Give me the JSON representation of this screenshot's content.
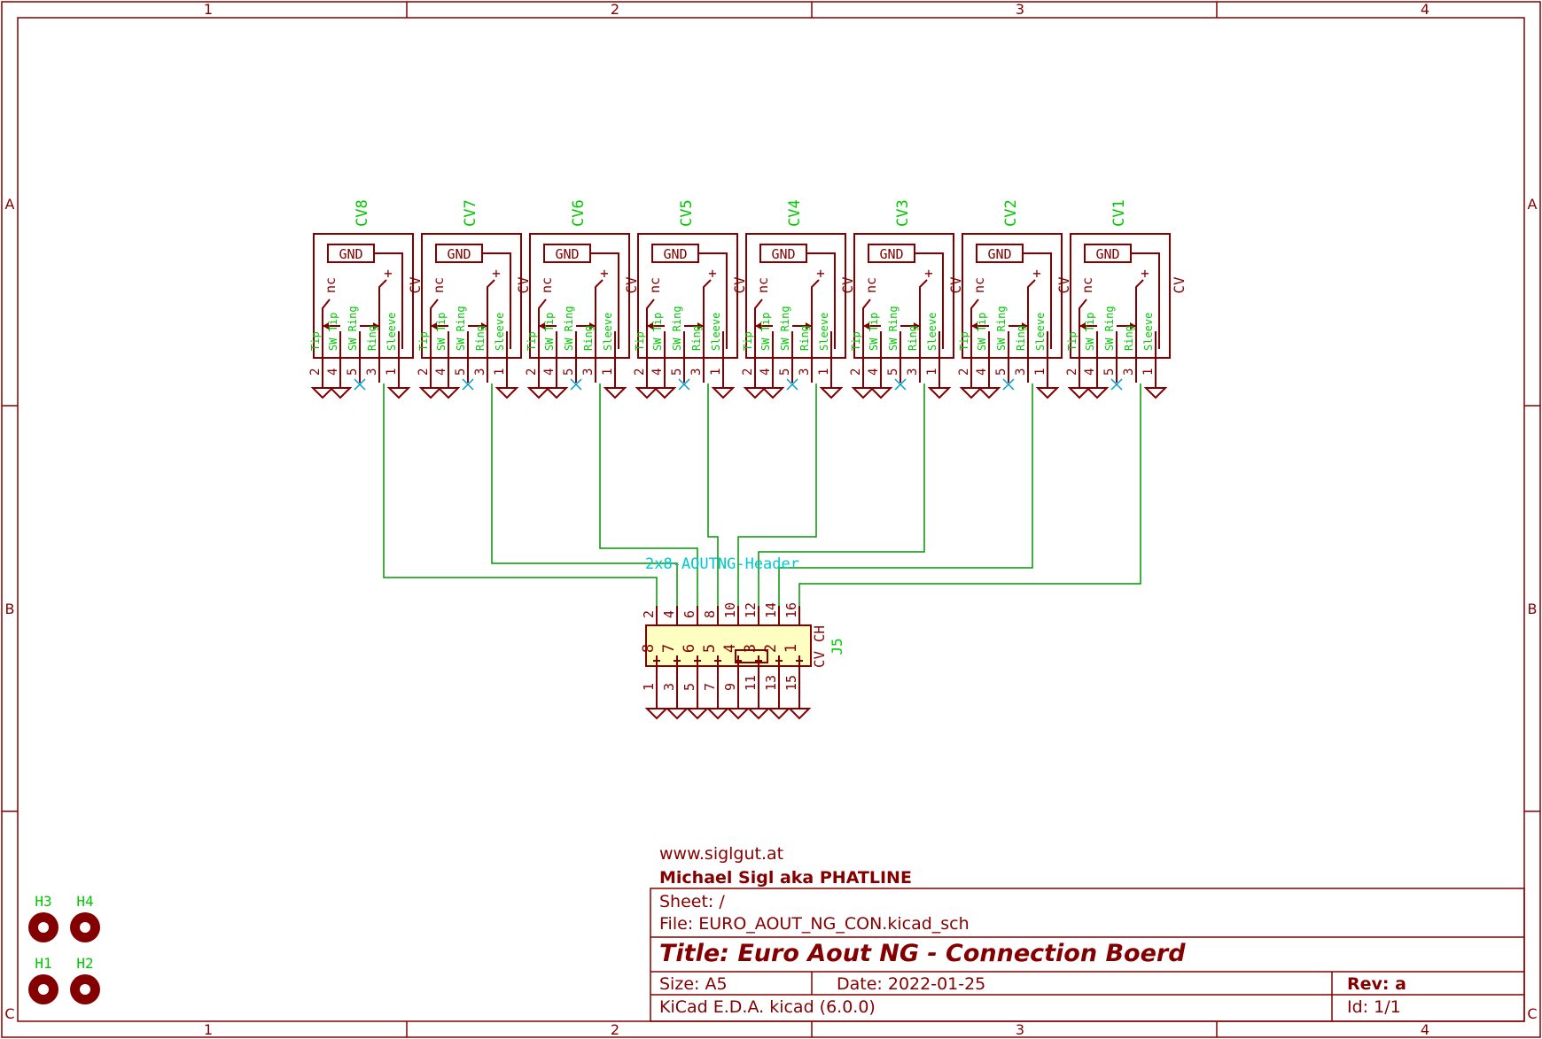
{
  "frame": {
    "columns": [
      "1",
      "2",
      "3",
      "4"
    ],
    "rows": [
      "A",
      "B",
      "C"
    ]
  },
  "jacks": [
    {
      "ref": "CV8",
      "value": "",
      "gnd": "GND"
    },
    {
      "ref": "CV7",
      "value": "CV",
      "gnd": "GND"
    },
    {
      "ref": "CV6",
      "value": "CV",
      "gnd": "GND"
    },
    {
      "ref": "CV5",
      "value": "CV",
      "gnd": "GND"
    },
    {
      "ref": "CV4",
      "value": "CV",
      "gnd": "GND"
    },
    {
      "ref": "CV3",
      "value": "CV",
      "gnd": "GND"
    },
    {
      "ref": "CV2",
      "value": "CV",
      "gnd": "GND"
    },
    {
      "ref": "CV1",
      "value": "CV",
      "gnd": "GND"
    }
  ],
  "jack_extra_value": "CV",
  "jack_pins": {
    "names": [
      "Tip",
      "SW Tip",
      "SW Ring",
      "Ring",
      "Sleeve"
    ],
    "numbers": [
      "2",
      "4",
      "5",
      "3",
      "1"
    ],
    "nc": "nc",
    "plus": "+"
  },
  "header": {
    "net_label": "2x8-AOUTNG-Header",
    "ref": "J5",
    "value": "CV CH",
    "top_pins": [
      "2",
      "4",
      "6",
      "8",
      "10",
      "12",
      "14",
      "16"
    ],
    "channel_numbers": [
      "8",
      "7",
      "6",
      "5",
      "4",
      "3",
      "2",
      "1"
    ],
    "bottom_pins": [
      "1",
      "3",
      "5",
      "7",
      "9",
      "11",
      "13",
      "15"
    ]
  },
  "mounting_holes": [
    {
      "ref": "H3"
    },
    {
      "ref": "H4"
    },
    {
      "ref": "H1"
    },
    {
      "ref": "H2"
    }
  ],
  "title_block": {
    "company_url": "www.siglgut.at",
    "author": "Michael Sigl aka PHATLINE",
    "sheet": "Sheet: /",
    "file": "File: EURO_AOUT_NG_CON.kicad_sch",
    "title": "Title: Euro Aout NG - Connection Boerd",
    "size": "Size: A5",
    "date": "Date: 2022-01-25",
    "rev": "Rev: a",
    "tool": "KiCad E.D.A.  kicad (6.0.0)",
    "id": "Id: 1/1"
  },
  "colors": {
    "symbol": "#840000",
    "wire": "#009600",
    "field_text": "#00c800",
    "net_label": "#00c8c8",
    "background": "#ffffff"
  }
}
